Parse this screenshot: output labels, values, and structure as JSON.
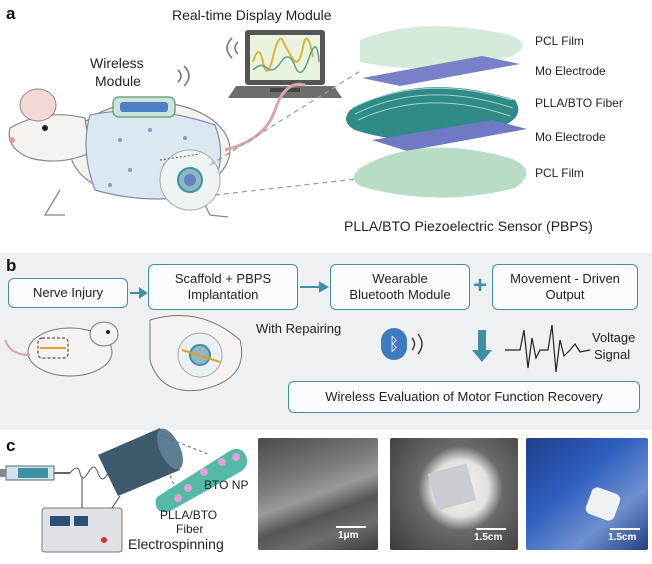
{
  "panel_a": {
    "letter": "a",
    "display_module": "Real-time Display Module",
    "wireless_module_line1": "Wireless",
    "wireless_module_line2": "Module",
    "layers": [
      "PCL Film",
      "Mo Electrode",
      "PLLA/BTO Fiber",
      "Mo Electrode",
      "PCL Film"
    ],
    "sensor_title": "PLLA/BTO Piezoelectric Sensor (PBPS)"
  },
  "panel_b": {
    "letter": "b",
    "step1": "Nerve Injury",
    "step2_line1": "Scaffold + PBPS",
    "step2_line2": "Implantation",
    "step3_line1": "Wearable",
    "step3_line2": "Bluetooth Module",
    "plus": "+",
    "step4_line1": "Movement - Driven",
    "step4_line2": "Output",
    "with_repairing": "With Repairing",
    "voltage_line1": "Voltage",
    "voltage_line2": "Signal",
    "evaluation": "Wireless Evaluation of Motor Function Recovery"
  },
  "panel_c": {
    "letter": "c",
    "bto_np": "BTO NP",
    "fiber_line1": "PLLA/BTO",
    "fiber_line2": "Fiber",
    "electrospinning": "Electrospinning",
    "scale_sem": "1μm",
    "scale_photo1": "1.5cm",
    "scale_photo2": "1.5cm"
  },
  "colors": {
    "teal": "#3f8fa6",
    "film_green": "#b9dcc6",
    "electrode_blue": "#6f79c4",
    "fiber_teal": "#2f8a88",
    "panel_b_bg": "#eef0f2"
  }
}
